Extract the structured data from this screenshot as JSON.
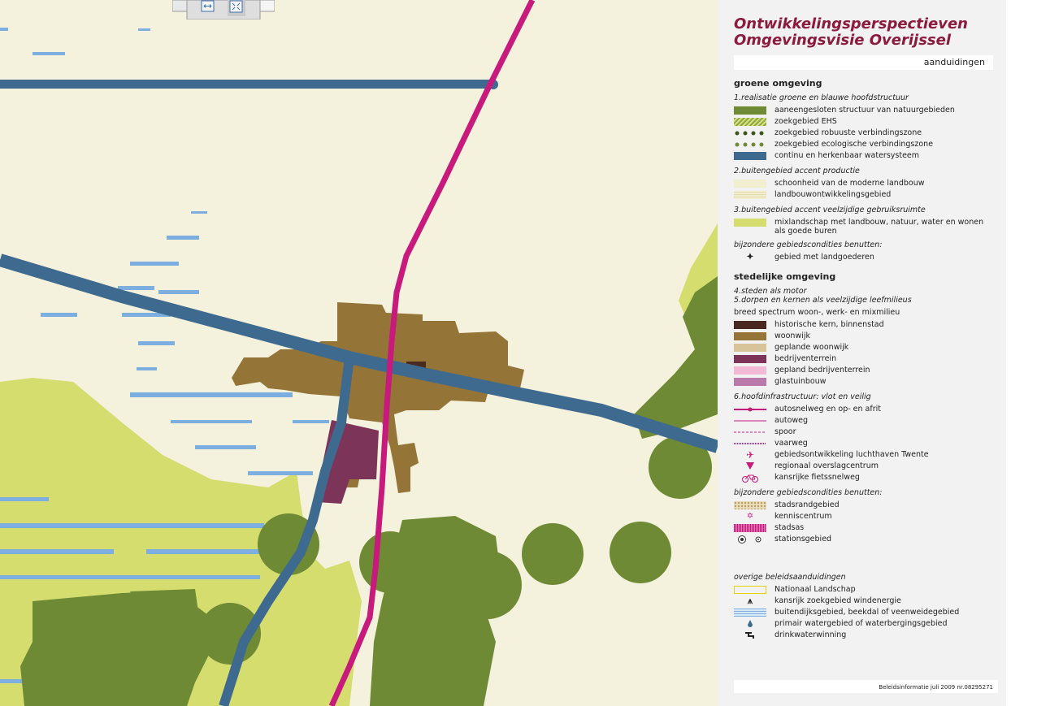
{
  "colors": {
    "background": "#f4f1dc",
    "nature": "#6e8a35",
    "water": "#3f6a8f",
    "mix": "#d4dd6e",
    "woonwijk": "#957438",
    "bedrijven": "#7c3559",
    "historisch": "#4a2a1e",
    "motorway": "#c81a7d",
    "stream": "#7daee0"
  },
  "toolbar": {
    "icon1": "resize-horizontal-icon",
    "icon2": "fit-to-screen-icon"
  },
  "legend": {
    "title_line1": "Ontwikkelingsperspectieven",
    "title_line2": "Omgevingsvisie Overijssel",
    "tab_label": "aanduidingen",
    "groen_header": "groene omgeving",
    "section1_title": "1.realisatie groene en blauwe hoofdstructuur",
    "section1_items": [
      "aaneengesloten structuur van natuurgebieden",
      "zoekgebied EHS",
      "zoekgebied robuuste verbindingszone",
      "zoekgebied ecologische verbindingszone",
      "continu en herkenbaar watersysteem"
    ],
    "section2_title": "2.buitengebied accent productie",
    "section2_items": [
      "schoonheid van de moderne landbouw",
      "landbouwontwikkelingsgebied"
    ],
    "section3_title": "3.buitengebied accent veelzijdige gebruiksruimte",
    "section3_items": [
      "mixlandschap met landbouw, natuur, water en wonen als goede buren"
    ],
    "bijzondere1_title": "bijzondere gebiedscondities benutten:",
    "bijzondere1_items": [
      "gebied met landgoederen"
    ],
    "stedelijk_header": "stedelijke omgeving",
    "section4_title": "4.steden als motor",
    "section5_title": "5.dorpen en kernen als veelzijdige leefmilieus",
    "spectrum_title": "breed spectrum woon-, werk- en mixmilieu",
    "spectrum_items": [
      "historische kern, binnenstad",
      "woonwijk",
      "geplande woonwijk",
      "bedrijventerrein",
      "gepland bedrijventerrein",
      "glastuinbouw"
    ],
    "section6_title": "6.hoofdinfrastructuur: vlot en veilig",
    "section6_items": [
      "autosnelweg en op- en afrit",
      "autoweg",
      "spoor",
      "vaarweg",
      "gebiedsontwikkeling luchthaven Twente",
      "regionaal overslagcentrum",
      "kansrijke fietssnelweg"
    ],
    "bijzondere2_title": "bijzondere gebiedscondities benutten:",
    "bijzondere2_items": [
      "stadsrandgebied",
      "kenniscentrum",
      "stadsas",
      "stationsgebied"
    ],
    "overige_title": "overige beleidsaanduidingen",
    "overige_items": [
      "Nationaal Landschap",
      "kansrijk zoekgebied windenergie",
      "buitendijksgebied, beekdal of veenweidegebied",
      "primair watergebied of waterbergingsgebied",
      "drinkwaterwinning"
    ],
    "footer": "Beleidsinformatie  juli 2009  nr.08295271"
  }
}
